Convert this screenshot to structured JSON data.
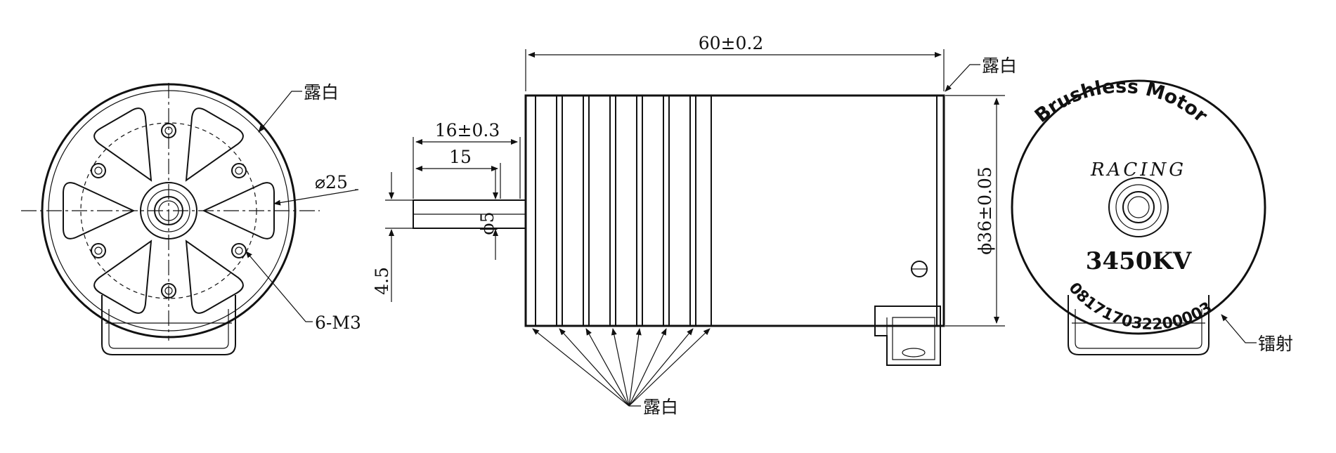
{
  "labels": {
    "exposed_front": "露白",
    "exposed_top_right": "露白",
    "exposed_bottom": "露白",
    "laser": "镭射",
    "diameter_pcd": "⌀25",
    "holes": "6-M3"
  },
  "dimensions": {
    "length": "60±0.2",
    "shaft_total": "16±0.3",
    "shaft_inner": "15",
    "shaft_dia": "ϕ5",
    "shaft_flat": "4.5",
    "body_dia": "ϕ36±0.05"
  },
  "end_view": {
    "brand_line": "Brushless Motor",
    "script_line": "RACING",
    "kv": "3450KV",
    "serial": "081717032200003"
  }
}
